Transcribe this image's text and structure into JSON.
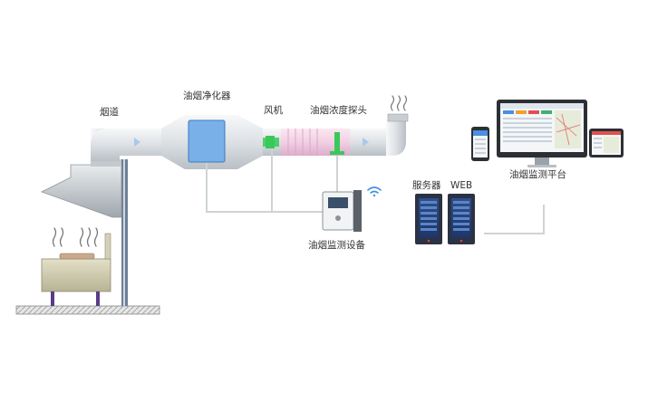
{
  "labels": {
    "flue": "烟道",
    "purifier": "油烟净化器",
    "fan": "风机",
    "probe": "油烟浓度探头",
    "monitor": "油烟监测设备",
    "server": "服务器",
    "web": "WEB",
    "platform": "油烟监测平台"
  },
  "colors": {
    "duct": "#dfe3e7",
    "connector_green": "#38c95a",
    "section_pink": "#f2cfe3",
    "purifier_blue": "#7ab0e8",
    "wifi_blue": "#3f8fe0",
    "cable": "#cfd3d6",
    "leg_purple": "#5a3a8a"
  }
}
